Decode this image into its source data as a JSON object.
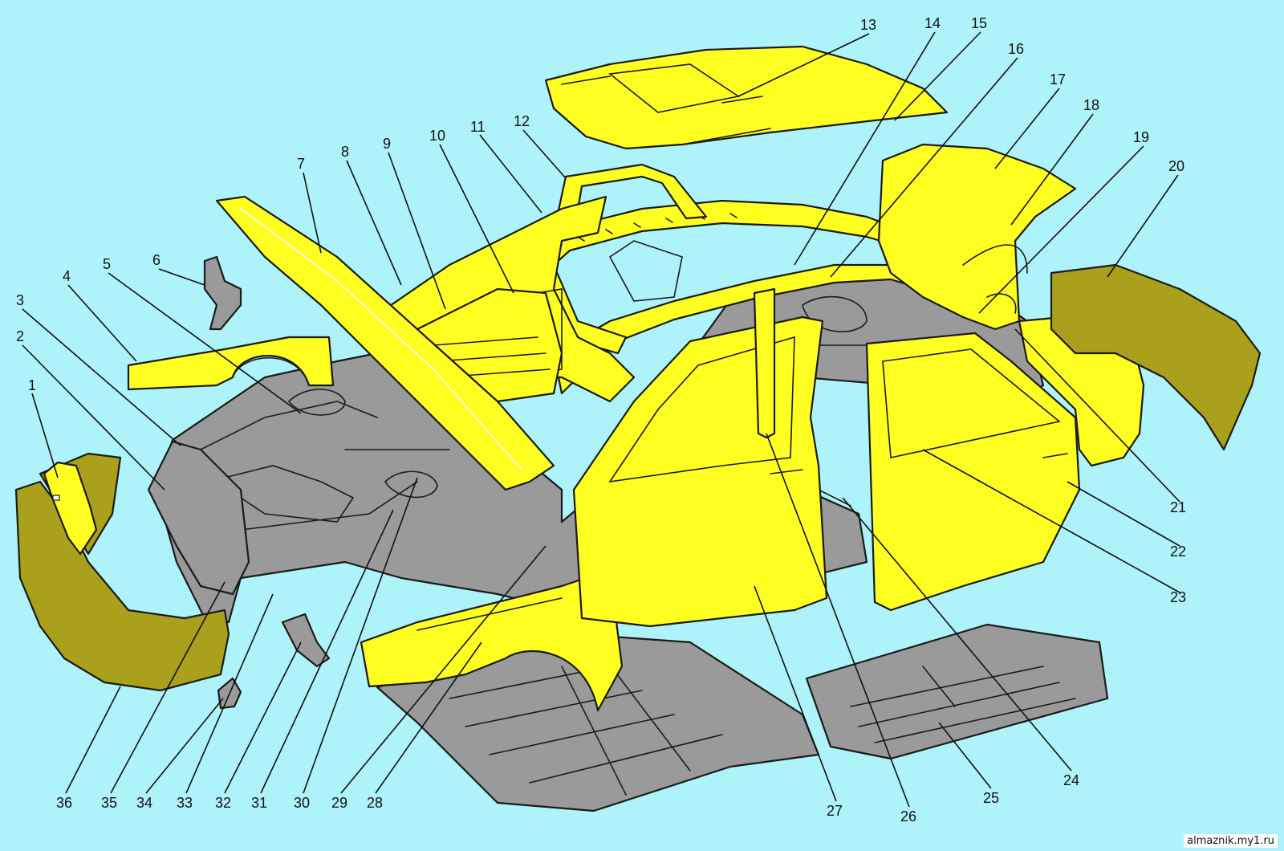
{
  "watermark": "almaznik.my1.ru",
  "colors": {
    "background": "#aef3fa",
    "highlighted_part": "#ffff22",
    "body_frame": "#9a9a9a",
    "bumper": "#a9a01c"
  },
  "callouts": [
    {
      "id": "1",
      "label": "1"
    },
    {
      "id": "2",
      "label": "2"
    },
    {
      "id": "3",
      "label": "3"
    },
    {
      "id": "4",
      "label": "4"
    },
    {
      "id": "5",
      "label": "5"
    },
    {
      "id": "6",
      "label": "6"
    },
    {
      "id": "7",
      "label": "7"
    },
    {
      "id": "8",
      "label": "8"
    },
    {
      "id": "9",
      "label": "9"
    },
    {
      "id": "10",
      "label": "10"
    },
    {
      "id": "11",
      "label": "11"
    },
    {
      "id": "12",
      "label": "12"
    },
    {
      "id": "13",
      "label": "13"
    },
    {
      "id": "14",
      "label": "14"
    },
    {
      "id": "15",
      "label": "15"
    },
    {
      "id": "16",
      "label": "16"
    },
    {
      "id": "17",
      "label": "17"
    },
    {
      "id": "18",
      "label": "18"
    },
    {
      "id": "19",
      "label": "19"
    },
    {
      "id": "20",
      "label": "20"
    },
    {
      "id": "21",
      "label": "21"
    },
    {
      "id": "22",
      "label": "22"
    },
    {
      "id": "23",
      "label": "23"
    },
    {
      "id": "24",
      "label": "24"
    },
    {
      "id": "25",
      "label": "25"
    },
    {
      "id": "26",
      "label": "26"
    },
    {
      "id": "27",
      "label": "27"
    },
    {
      "id": "28",
      "label": "28"
    },
    {
      "id": "29",
      "label": "29"
    },
    {
      "id": "30",
      "label": "30"
    },
    {
      "id": "31",
      "label": "31"
    },
    {
      "id": "32",
      "label": "32"
    },
    {
      "id": "33",
      "label": "33"
    },
    {
      "id": "34",
      "label": "34"
    },
    {
      "id": "35",
      "label": "35"
    },
    {
      "id": "36",
      "label": "36"
    }
  ]
}
